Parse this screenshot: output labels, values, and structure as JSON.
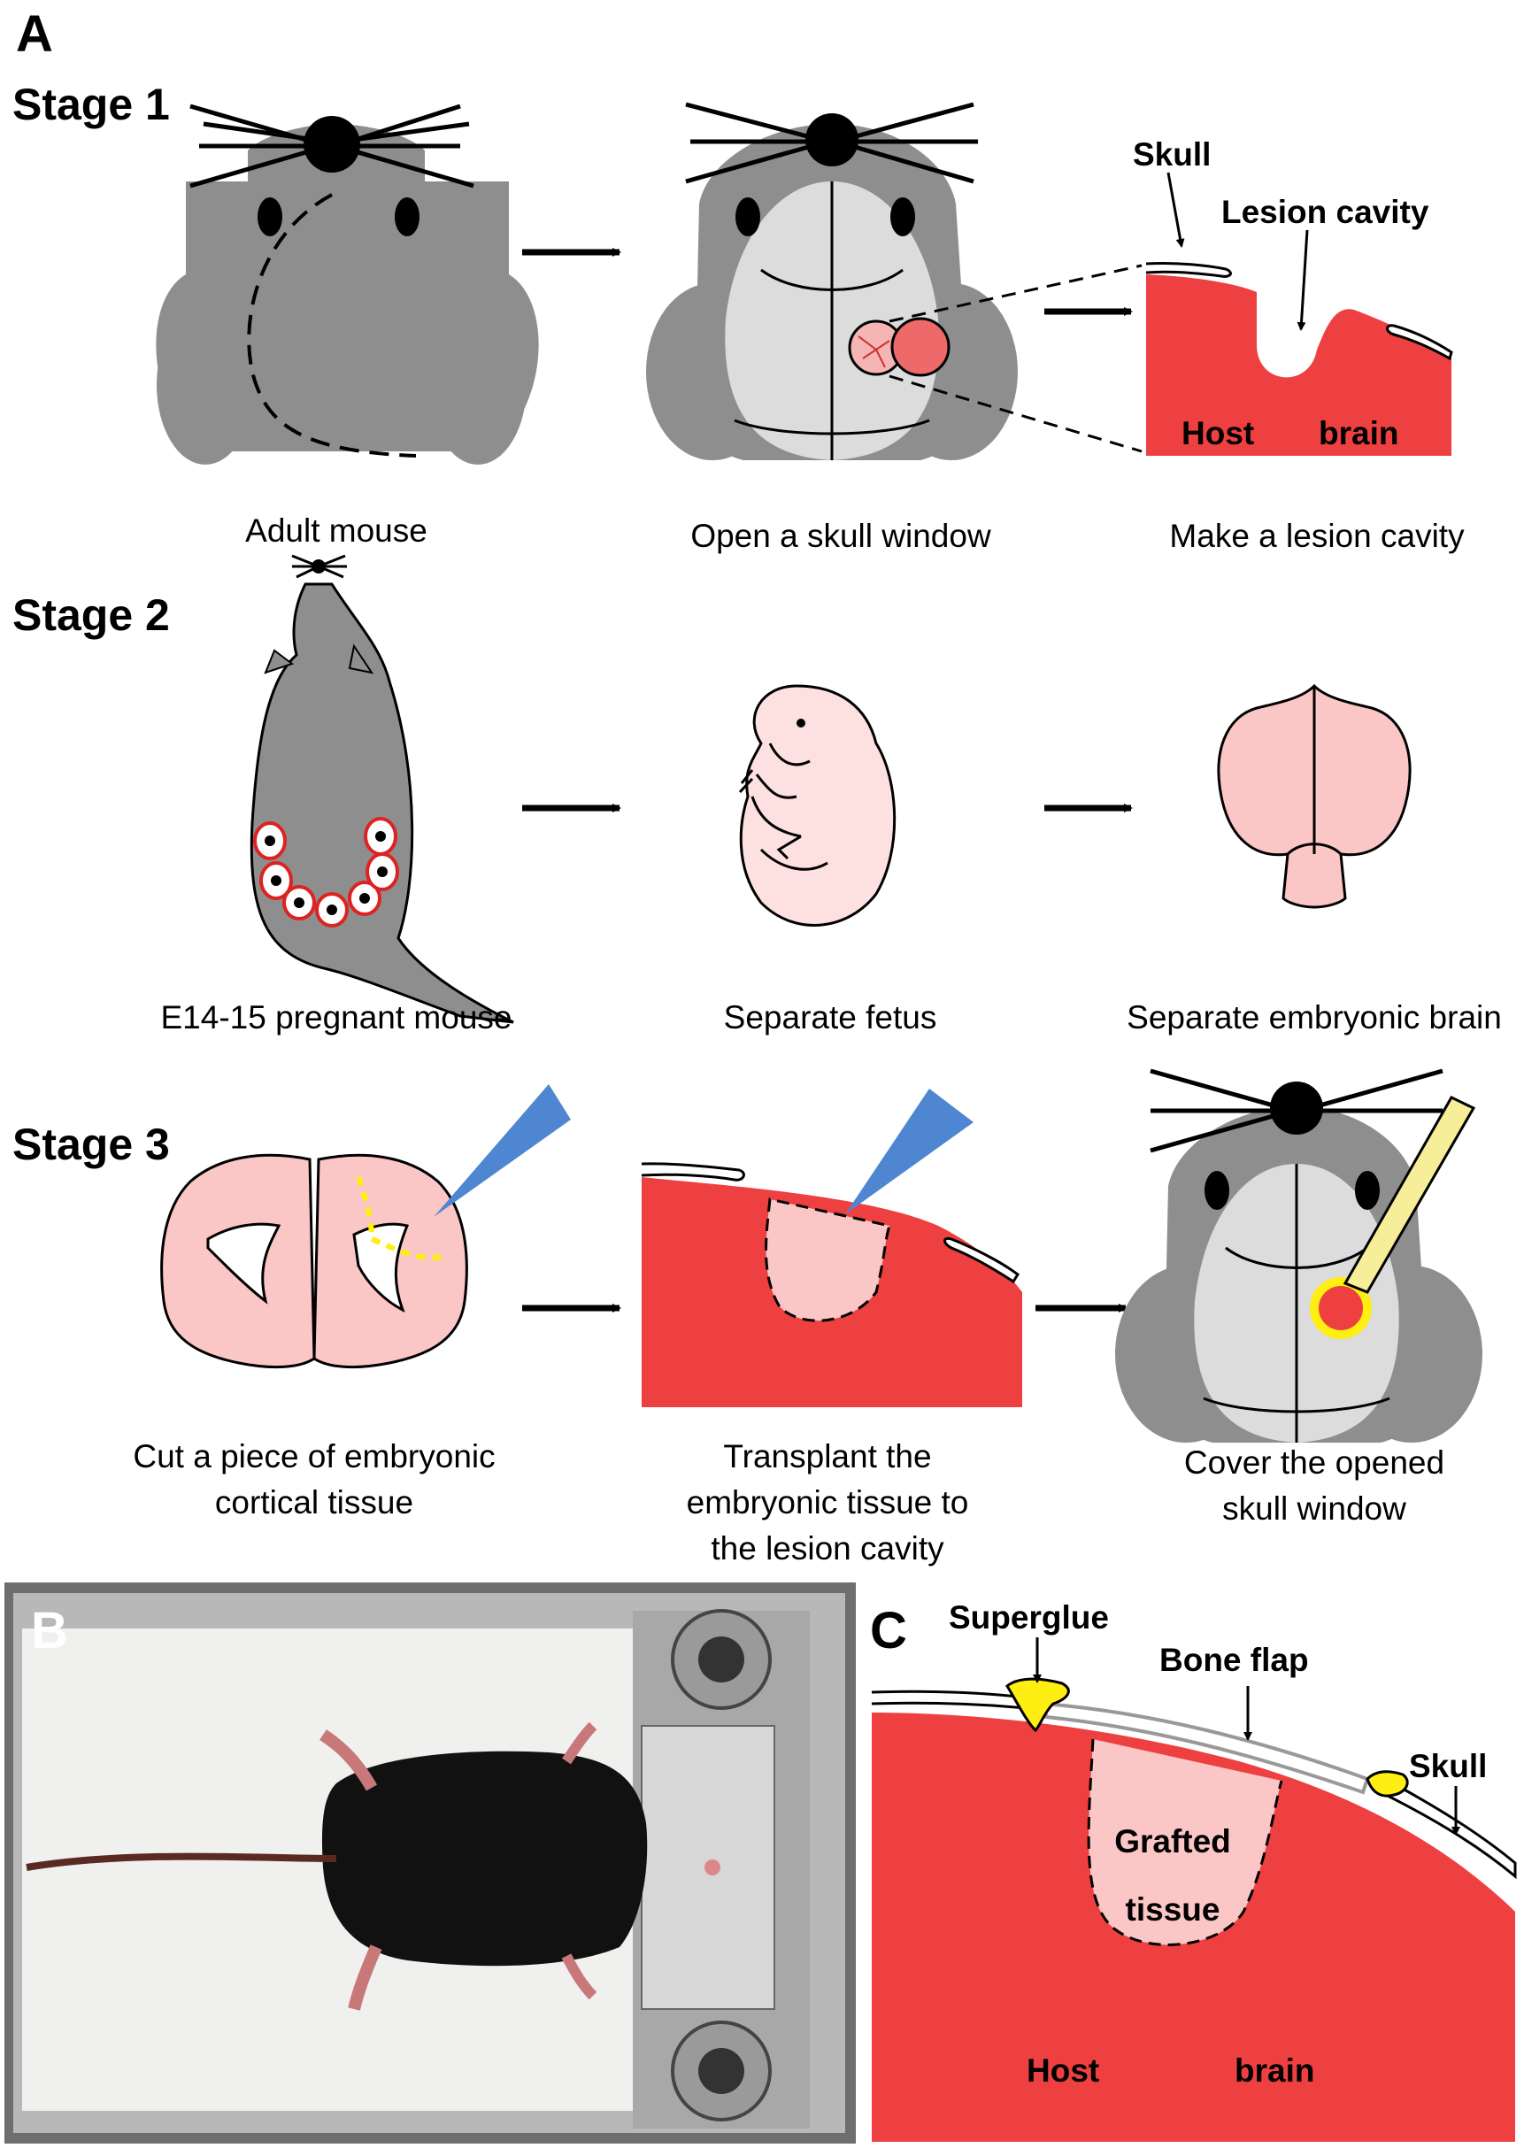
{
  "panels": {
    "a": "A",
    "b": "B",
    "c": "C"
  },
  "stages": {
    "s1": "Stage 1",
    "s2": "Stage 2",
    "s3": "Stage 3"
  },
  "stage1": {
    "caption_1": "Adult mouse",
    "caption_2": "Open a skull window",
    "caption_3": "Make a lesion cavity",
    "skull": "Skull",
    "lesion_cavity": "Lesion cavity",
    "host": "Host",
    "brain": "brain"
  },
  "stage2": {
    "caption_1": "E14-15 pregnant mouse",
    "caption_2": "Separate fetus",
    "caption_3": "Separate embryonic brain"
  },
  "stage3": {
    "caption_1_line1": "Cut a piece of embryonic",
    "caption_1_line2": "cortical tissue",
    "caption_2_line1": "Transplant the",
    "caption_2_line2": "embryonic tissue to",
    "caption_2_line3": "the lesion cavity",
    "caption_3_line1": "Cover the opened",
    "caption_3_line2": "skull window"
  },
  "panel_c": {
    "superglue": "Superglue",
    "bone_flap": "Bone flap",
    "skull": "Skull",
    "grafted_1": "Grafted",
    "grafted_2": "tissue",
    "host": "Host",
    "brain": "brain"
  },
  "colors": {
    "brain_red": "#ee4040",
    "tissue_pink": "#fbc6c6",
    "mouse_gray": "#8e8e8e",
    "skull_gray": "#dcdcdc",
    "pipette_blue": "#4f86d1",
    "glue_yellow": "#ffee11"
  }
}
